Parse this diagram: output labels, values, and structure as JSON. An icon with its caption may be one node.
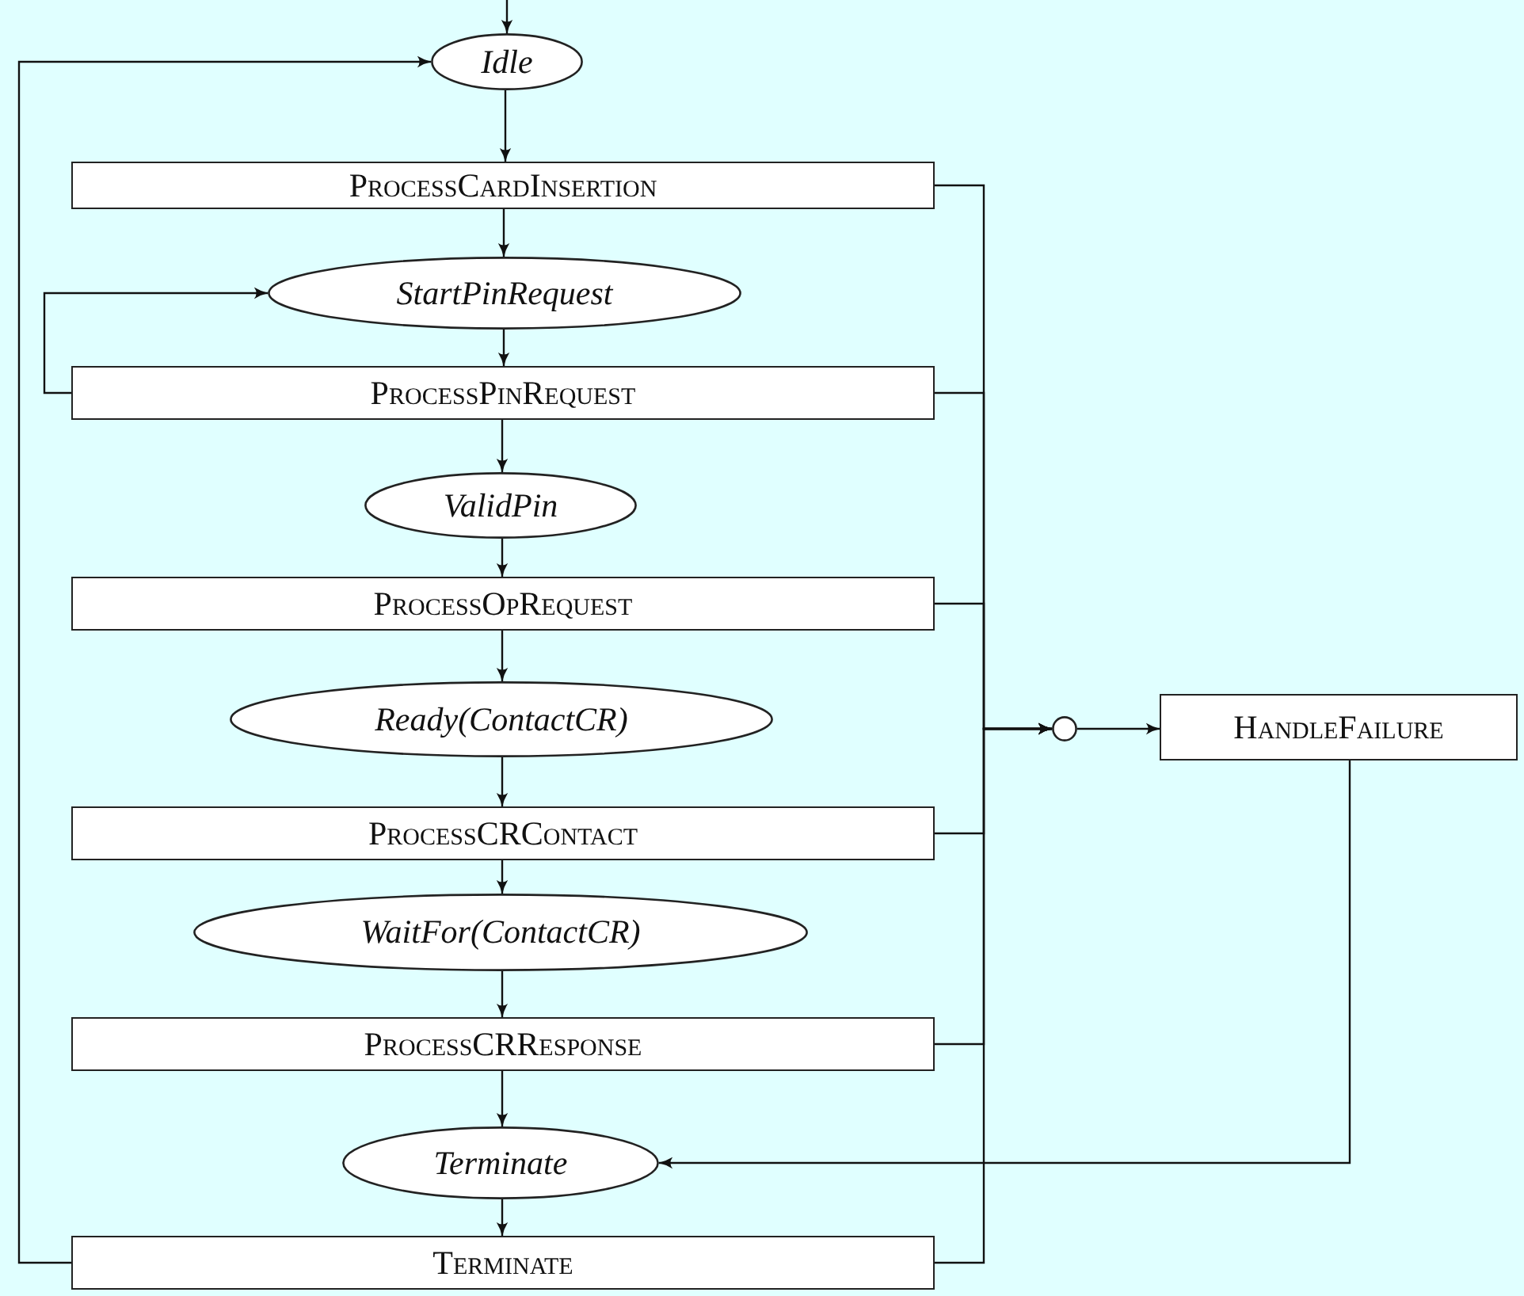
{
  "diagram": {
    "nodes": [
      {
        "text": [
          "Idle"
        ]
      },
      {
        "text": [
          "ProcessCardInsertion"
        ]
      },
      {
        "text": [
          "StartPinRequest"
        ]
      },
      {
        "text": [
          "ProcessPinRequest"
        ]
      },
      {
        "text": [
          "ValidPin"
        ]
      },
      {
        "text": [
          "ProcessOpRequest"
        ]
      },
      {
        "text": [
          "Ready(ContactCR)"
        ]
      },
      {
        "text": [
          "ProcessCRContact"
        ]
      },
      {
        "text": [
          "WaitFor(ContactCR)"
        ]
      },
      {
        "text": [
          "ProcessCRResponse"
        ]
      },
      {
        "text": [
          "Terminate"
        ]
      },
      {
        "text": [
          "Terminate"
        ]
      },
      {
        "text": [],
        "shape": "circle"
      },
      {
        "text": [
          "HandleFailure"
        ]
      }
    ],
    "edges": [
      {
        "from": null,
        "to": 0,
        "arrow": "to"
      },
      {
        "from": 0,
        "to": 1,
        "arrow": "to"
      },
      {
        "from": 1,
        "to": 2,
        "arrow": "to"
      },
      {
        "from": 2,
        "to": 3,
        "arrow": "to"
      },
      {
        "from": 3,
        "to": 4,
        "arrow": "to"
      },
      {
        "from": 4,
        "to": 5,
        "arrow": "to"
      },
      {
        "from": 5,
        "to": 6,
        "arrow": "to"
      },
      {
        "from": 6,
        "to": 7,
        "arrow": "to"
      },
      {
        "from": 7,
        "to": 8,
        "arrow": "to"
      },
      {
        "from": 8,
        "to": 9,
        "arrow": "to"
      },
      {
        "from": 9,
        "to": 10,
        "arrow": "to"
      },
      {
        "from": 10,
        "to": 11,
        "arrow": "to"
      },
      {
        "from": 3,
        "to": 2,
        "arrow": "to"
      },
      {
        "from": 11,
        "to": 0,
        "arrow": "to"
      },
      {
        "from": 1,
        "to": 12,
        "arrow": "to"
      },
      {
        "from": 3,
        "to": 12,
        "arrow": "to"
      },
      {
        "from": 5,
        "to": 12,
        "arrow": "to"
      },
      {
        "from": 7,
        "to": 12,
        "arrow": "to"
      },
      {
        "from": 9,
        "to": 12,
        "arrow": "to"
      },
      {
        "from": 11,
        "to": 12,
        "arrow": "to"
      },
      {
        "from": 12,
        "to": 13,
        "arrow": "to"
      },
      {
        "from": 13,
        "to": 10,
        "arrow": "to"
      }
    ]
  }
}
